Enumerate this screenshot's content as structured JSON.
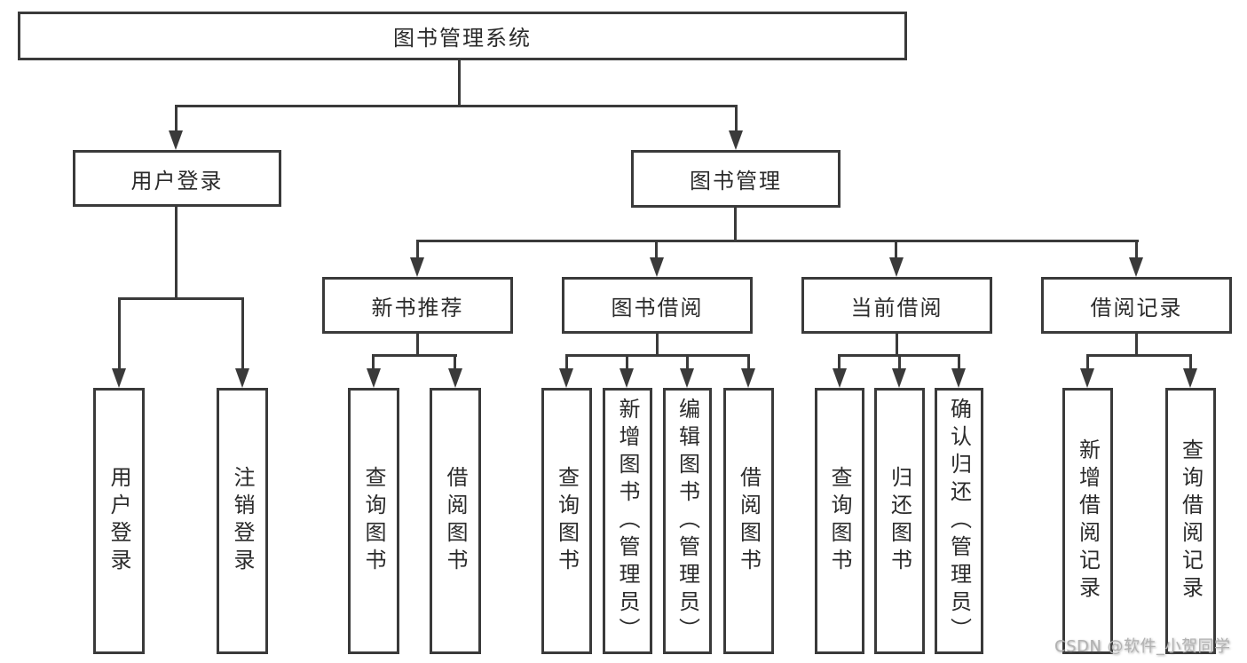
{
  "colors": {
    "line": "#3a3a3a",
    "text": "#2b2b2b",
    "background": "#ffffff",
    "watermark_text": "#b2b2b2"
  },
  "watermark": "CSDN @软件_小贺同学",
  "nodes": {
    "root": "图书管理系统",
    "login_group": "用户登录",
    "mgmt_group": "图书管理",
    "new_book": "新书推荐",
    "borrow": "图书借阅",
    "current": "当前借阅",
    "records": "借阅记录",
    "leaves": {
      "login": "用户登录",
      "logout": "注销登录",
      "nb_query": "查询图书",
      "nb_borrow": "借阅图书",
      "bb_query": "查询图书",
      "bb_add": "新增图书（管理员）",
      "bb_edit": "编辑图书（管理员）",
      "bb_borrow": "借阅图书",
      "cb_query": "查询图书",
      "cb_return": "归还图书",
      "cb_confirm": "确认归还（管理员）",
      "br_add": "新增借阅记录",
      "br_query": "查询借阅记录"
    }
  }
}
